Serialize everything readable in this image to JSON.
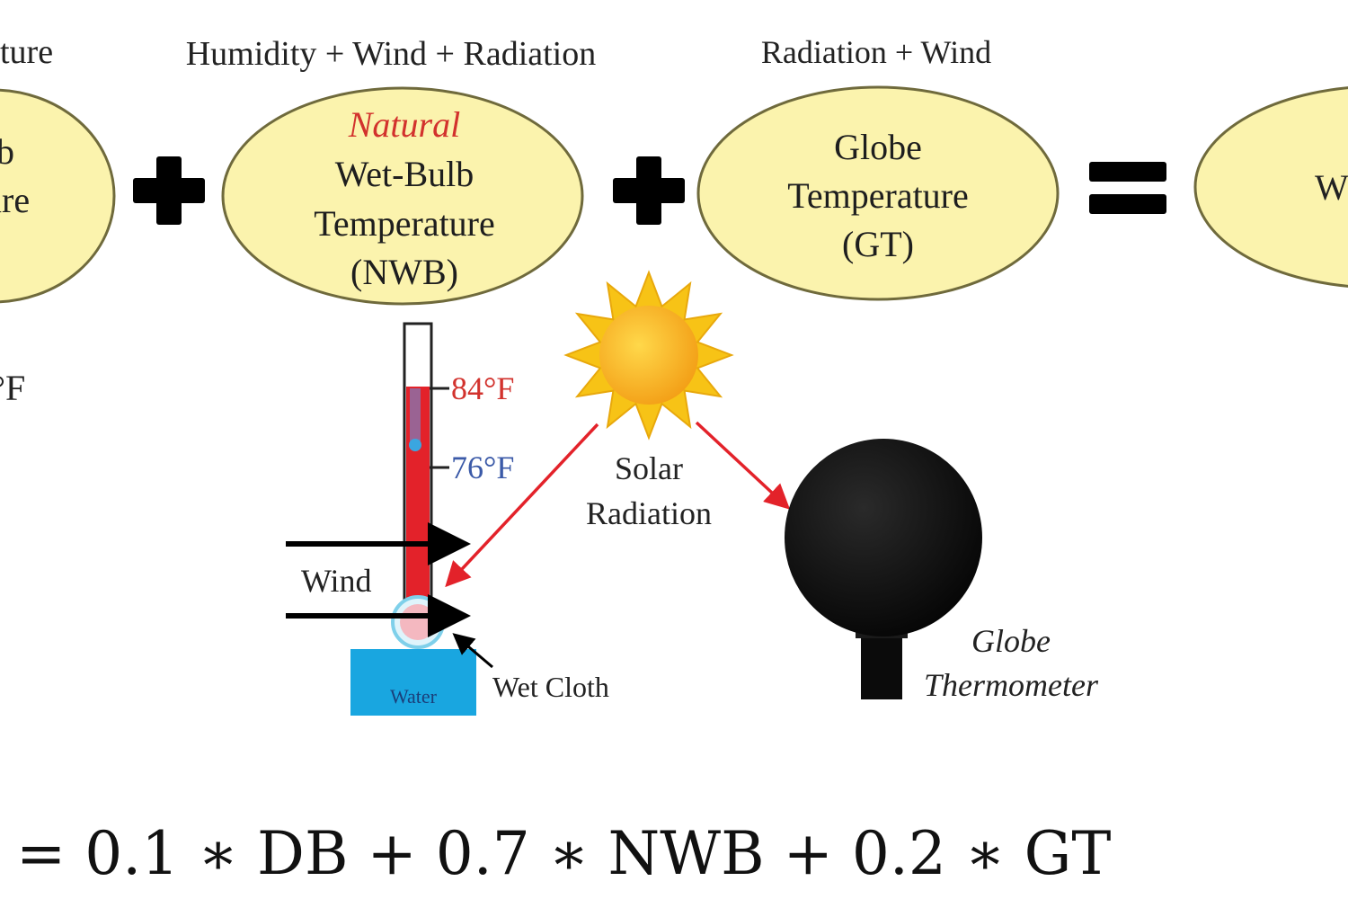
{
  "top_labels": {
    "left_partial": "ture",
    "middle": "Humidity + Wind + Radiation",
    "right": "Radiation + Wind"
  },
  "left_ellipse": {
    "line1_partial": "b",
    "line2_partial": "ure",
    "reading_partial": "°F"
  },
  "nwb_ellipse": {
    "qualifier": "Natural",
    "line1": "Wet-Bulb",
    "line2": "Temperature",
    "line3": "(NWB)"
  },
  "gt_ellipse": {
    "line1": "Globe",
    "line2": "Temperature",
    "line3": "(GT)"
  },
  "right_ellipse": {
    "partial": "W"
  },
  "thermometer": {
    "dry_reading": "84°F",
    "wet_reading": "76°F",
    "wind_label": "Wind",
    "water_label": "Water",
    "cloth_label": "Wet Cloth"
  },
  "sun": {
    "line1": "Solar",
    "line2": "Radiation"
  },
  "globe": {
    "line1": "Globe",
    "line2": "Thermometer"
  },
  "equation": "= 0.1 ∗ DB +  0.7 ∗ NWB +  0.2 ∗ GT",
  "colors": {
    "ellipse_fill": "#fbf3ad",
    "ellipse_stroke": "#6f6a3c",
    "red": "#e3222a",
    "blue": "#3b5aa8",
    "water": "#19a6e0"
  }
}
